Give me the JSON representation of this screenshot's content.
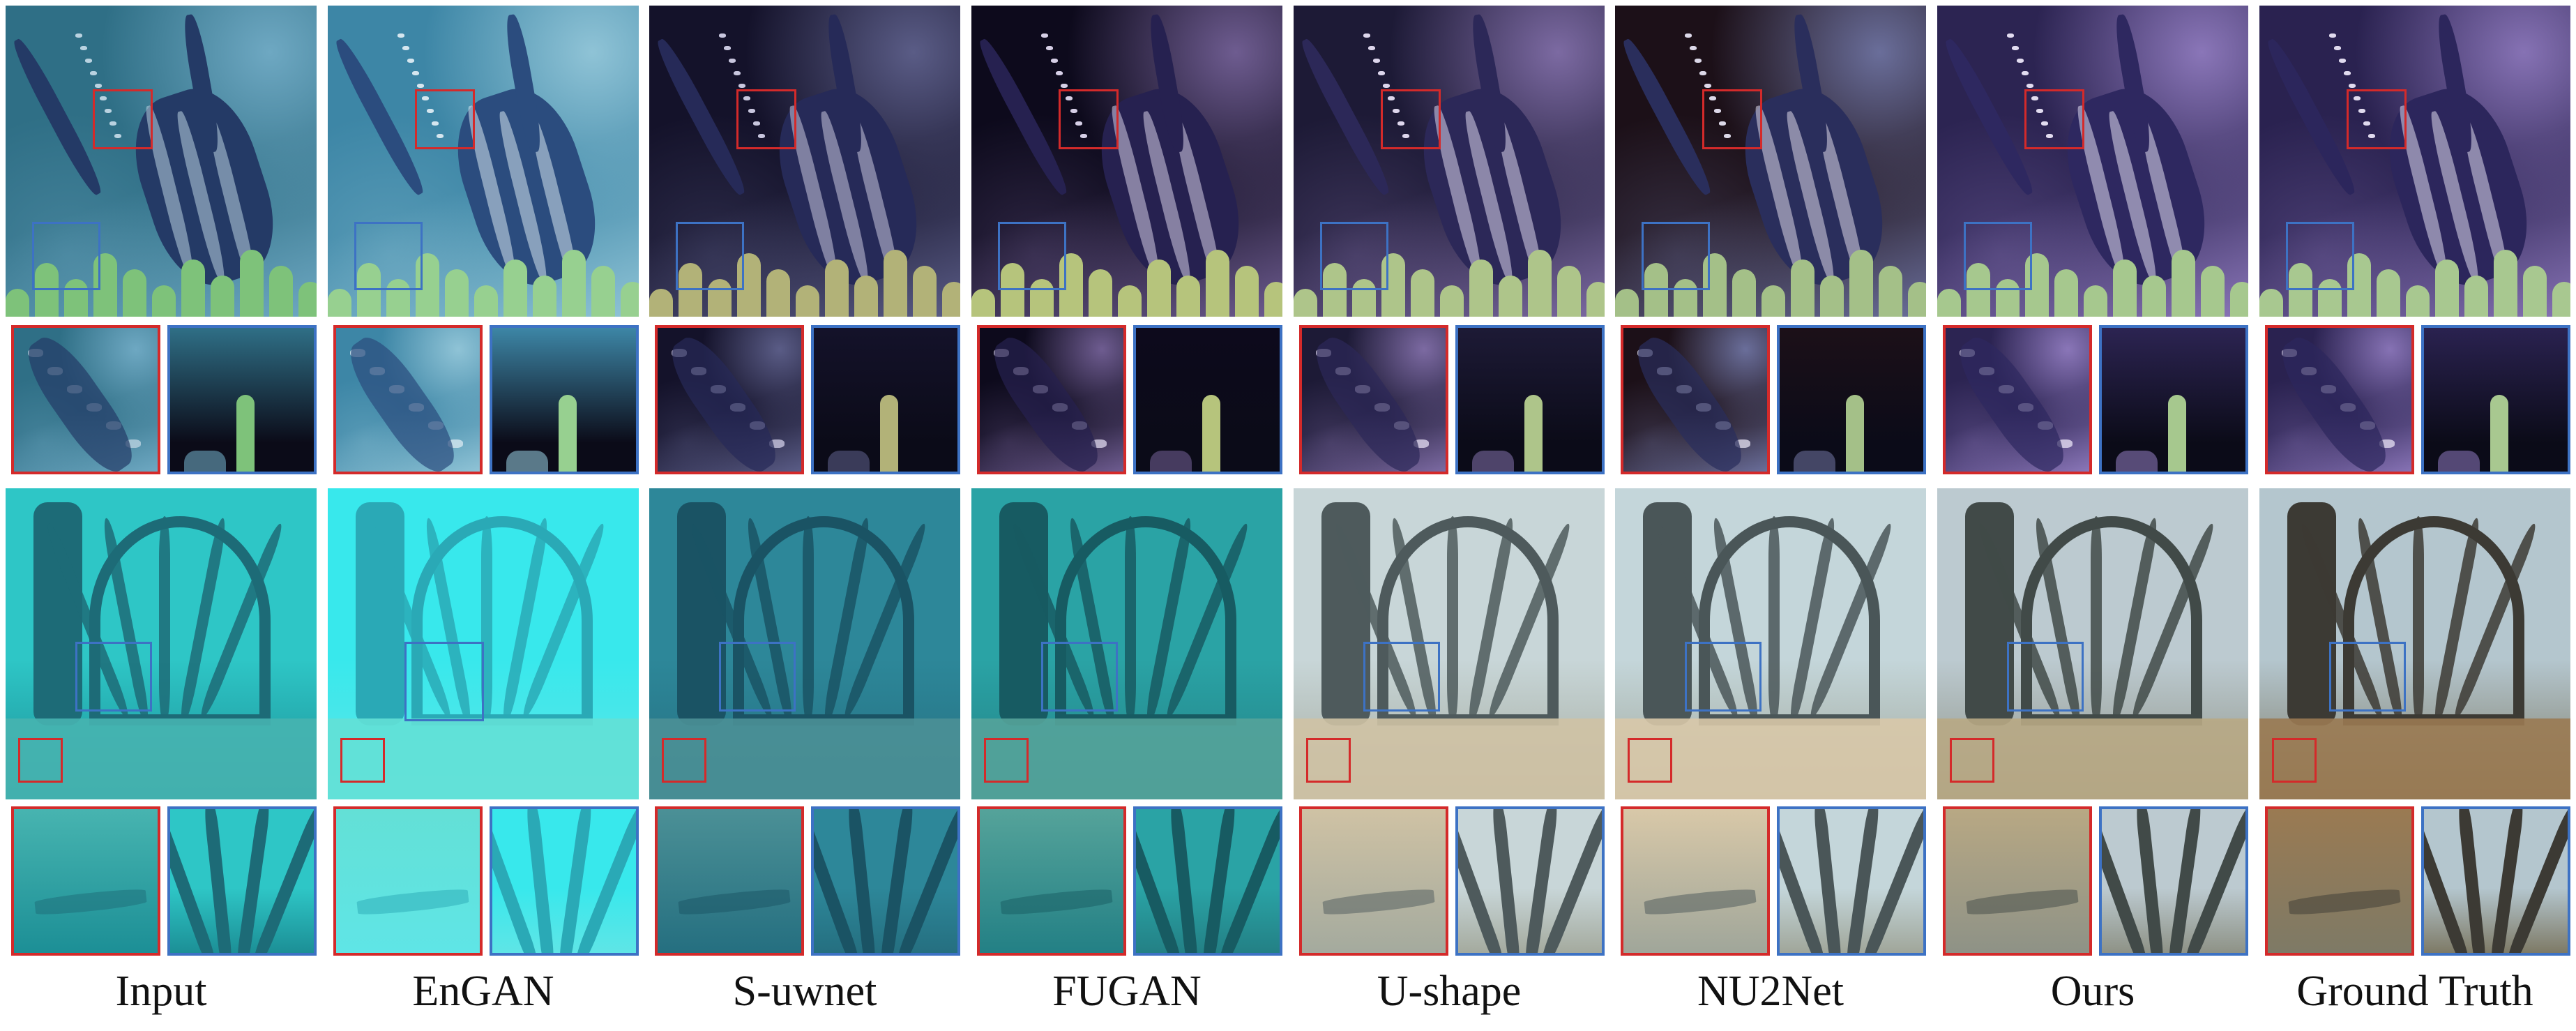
{
  "columns": [
    {
      "key": "input",
      "label": "Input",
      "fish": {
        "bg": "#2f6f86",
        "bg2": "#6ea8c2",
        "body": "#243a66",
        "stripe": "#b9d2e0",
        "weed": "#7ec27a"
      },
      "wreck": {
        "bg": "#2ec6c6",
        "bg2": "#1c8f96",
        "struct": "#1d6b77",
        "floor": "#47b4b0"
      }
    },
    {
      "key": "engan",
      "label": "EnGAN",
      "fish": {
        "bg": "#3d86a6",
        "bg2": "#8fc3d6",
        "body": "#2b4c7e",
        "stripe": "#d5e6ef",
        "weed": "#97d090"
      },
      "wreck": {
        "bg": "#38e8ec",
        "bg2": "#5fe5e6",
        "struct": "#2aa9b6",
        "floor": "#63e0d6"
      }
    },
    {
      "key": "suwnet",
      "label": "S-uwnet",
      "fish": {
        "bg": "#14122a",
        "bg2": "#5a5c86",
        "body": "#262a58",
        "stripe": "#c8c6de",
        "weed": "#b2b278"
      },
      "wreck": {
        "bg": "#2d8799",
        "bg2": "#256f80",
        "struct": "#1a5364",
        "floor": "#4b9096"
      }
    },
    {
      "key": "fugan",
      "label": "FUGAN",
      "fish": {
        "bg": "#0d0a1c",
        "bg2": "#6e5c90",
        "body": "#262150",
        "stripe": "#d6cfe6",
        "weed": "#b6c47c"
      },
      "wreck": {
        "bg": "#2aa3a5",
        "bg2": "#238085",
        "struct": "#175b62",
        "floor": "#55a39a"
      }
    },
    {
      "key": "ushape",
      "label": "U-shape",
      "fish": {
        "bg": "#1d1a36",
        "bg2": "#7c6aa2",
        "body": "#2c2858",
        "stripe": "#ddd6ec",
        "weed": "#aec58a"
      },
      "wreck": {
        "bg": "#c8d6d8",
        "bg2": "#a4aa9e",
        "struct": "#4e5a5c",
        "floor": "#cfc2a4"
      }
    },
    {
      "key": "nu2net",
      "label": "NU2Net",
      "fish": {
        "bg": "#1c1018",
        "bg2": "#6a6e9a",
        "body": "#2a2e5c",
        "stripe": "#dcd8e8",
        "weed": "#a4c088"
      },
      "wreck": {
        "bg": "#c4d6da",
        "bg2": "#a0a69a",
        "struct": "#4a5658",
        "floor": "#d8c8a8"
      }
    },
    {
      "key": "ours",
      "label": "Ours",
      "fish": {
        "bg": "#2c2452",
        "bg2": "#8a76b8",
        "body": "#2e2860",
        "stripe": "#e2dcf0",
        "weed": "#a6c88e"
      },
      "wreck": {
        "bg": "#bccad0",
        "bg2": "#8e9286",
        "struct": "#414a48",
        "floor": "#b8a884"
      }
    },
    {
      "key": "gt",
      "label": "Ground Truth",
      "fish": {
        "bg": "#2a2250",
        "bg2": "#8672b4",
        "body": "#2c265c",
        "stripe": "#e0daee",
        "weed": "#a8c890"
      },
      "wreck": {
        "bg": "#b4c6ce",
        "bg2": "#7e7a66",
        "struct": "#3c3a34",
        "floor": "#9a7a52"
      }
    }
  ]
}
